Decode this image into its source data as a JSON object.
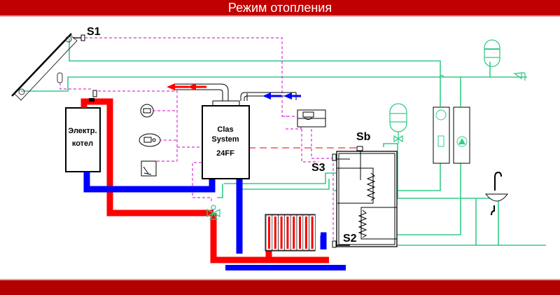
{
  "header": {
    "title": "Режим отопления"
  },
  "colors": {
    "banner": "#c00000",
    "hot_pipe": "#ff0000",
    "cold_pipe": "#0000ff",
    "water_line": "#33cc88",
    "signal_line": "#dd33dd"
  },
  "labels": {
    "sensor_s1": "S1",
    "sensor_s2": "S2",
    "sensor_s3": "S3",
    "sensor_sb": "Sb",
    "electric_boiler_line1": "Электр.",
    "electric_boiler_line2": "котел",
    "gas_boiler_line1": "Clas",
    "gas_boiler_line2": "System",
    "gas_boiler_line3": "24FF"
  }
}
